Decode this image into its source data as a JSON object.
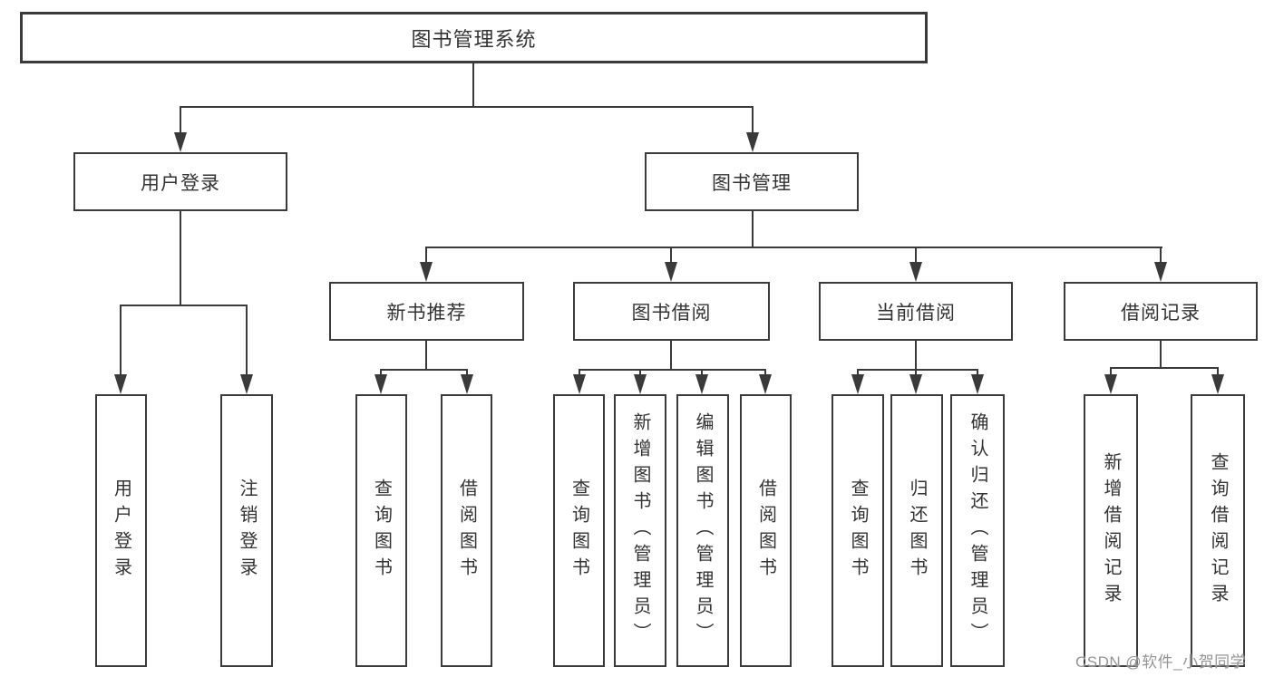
{
  "colors": {
    "line": "#3a3a3a",
    "text": "#333333",
    "background": "#ffffff",
    "watermark": "#949494"
  },
  "nodes": {
    "root": {
      "label": "图书管理系统"
    },
    "level2": [
      {
        "label": "用户登录"
      },
      {
        "label": "图书管理"
      }
    ],
    "level3": [
      {
        "label": "新书推荐",
        "parent": "图书管理"
      },
      {
        "label": "图书借阅",
        "parent": "图书管理"
      },
      {
        "label": "当前借阅",
        "parent": "图书管理"
      },
      {
        "label": "借阅记录",
        "parent": "图书管理"
      }
    ],
    "leaves": [
      {
        "label": "用户登录",
        "parent": "用户登录"
      },
      {
        "label": "注销登录",
        "parent": "用户登录"
      },
      {
        "label": "查询图书",
        "parent": "新书推荐"
      },
      {
        "label": "借阅图书",
        "parent": "新书推荐"
      },
      {
        "label": "查询图书",
        "parent": "图书借阅"
      },
      {
        "label": "新增图书（管理员）",
        "parent": "图书借阅"
      },
      {
        "label": "编辑图书（管理员）",
        "parent": "图书借阅"
      },
      {
        "label": "借阅图书",
        "parent": "图书借阅"
      },
      {
        "label": "查询图书",
        "parent": "当前借阅"
      },
      {
        "label": "归还图书",
        "parent": "当前借阅"
      },
      {
        "label": "确认归还（管理员）",
        "parent": "当前借阅"
      },
      {
        "label": "新增借阅记录",
        "parent": "借阅记录"
      },
      {
        "label": "查询借阅记录",
        "parent": "借阅记录"
      }
    ]
  },
  "watermark": {
    "text": "CSDN @软件_小贺同学"
  }
}
